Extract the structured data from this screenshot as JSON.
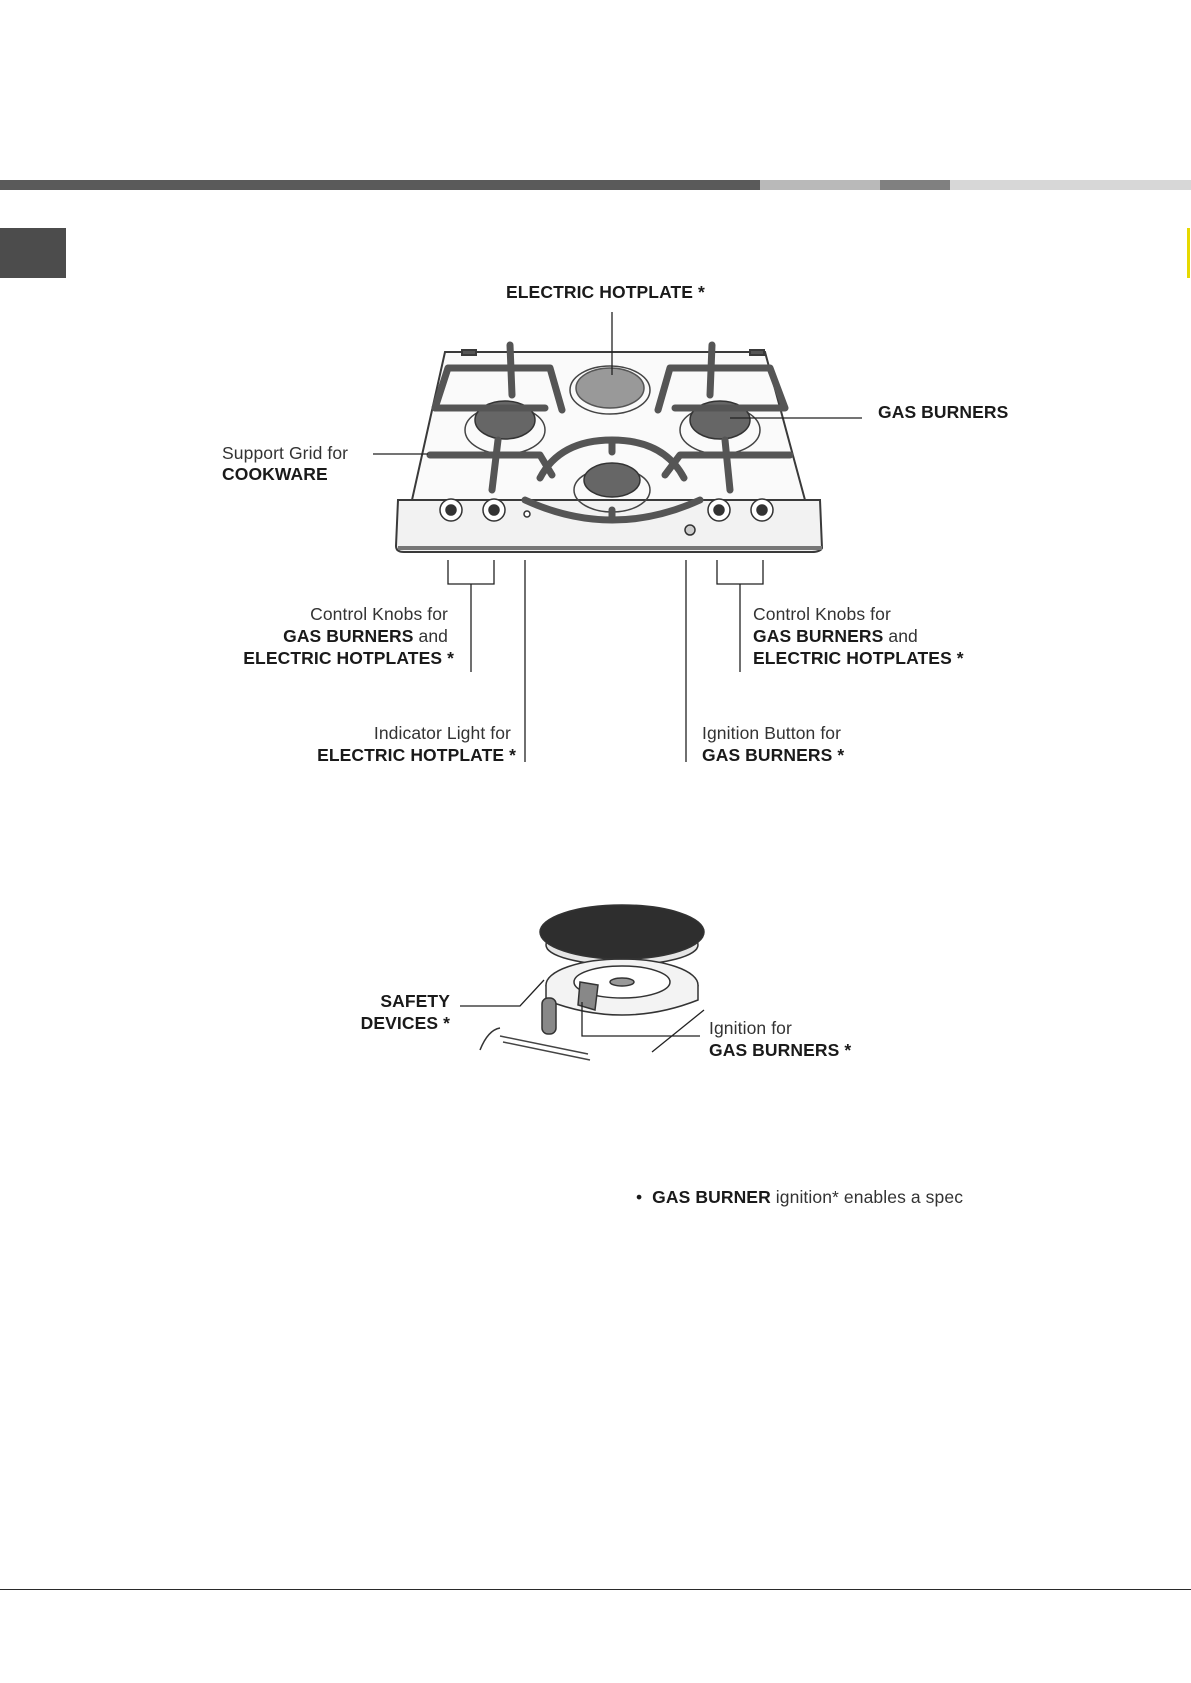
{
  "header": {
    "bar_colors": [
      "#5a5a5a",
      "#b9b9b9",
      "#808080",
      "#d7d7d7"
    ]
  },
  "hob_diagram": {
    "electric_hotplate_label": "ELECTRIC HOTPLATE *",
    "gas_burners_label": "GAS BURNERS",
    "support_grid": {
      "line1": "Support Grid for",
      "line2": "COOKWARE"
    },
    "control_knobs_left": {
      "line1": "Control Knobs for",
      "line2_bold": "GAS BURNERS",
      "line2_rest": " and",
      "line3": "ELECTRIC HOTPLATES *"
    },
    "control_knobs_right": {
      "line1": "Control Knobs for",
      "line2_bold": "GAS BURNERS",
      "line2_rest": " and",
      "line3": "ELECTRIC HOTPLATES *"
    },
    "indicator_light": {
      "line1": "Indicator Light for",
      "line2": "ELECTRIC HOTPLATE *"
    },
    "ignition_button": {
      "line1": "Ignition Button for",
      "line2": "GAS BURNERS *"
    }
  },
  "burner_diagram": {
    "safety_devices": {
      "line1": "SAFETY",
      "line2": "DEVICES *"
    },
    "ignition": {
      "line1": "Ignition for",
      "line2": "GAS BURNERS *"
    }
  },
  "body_text": {
    "bullet": "•",
    "bold_term": "GAS BURNER",
    "rest": " ignition* enables a spec"
  }
}
